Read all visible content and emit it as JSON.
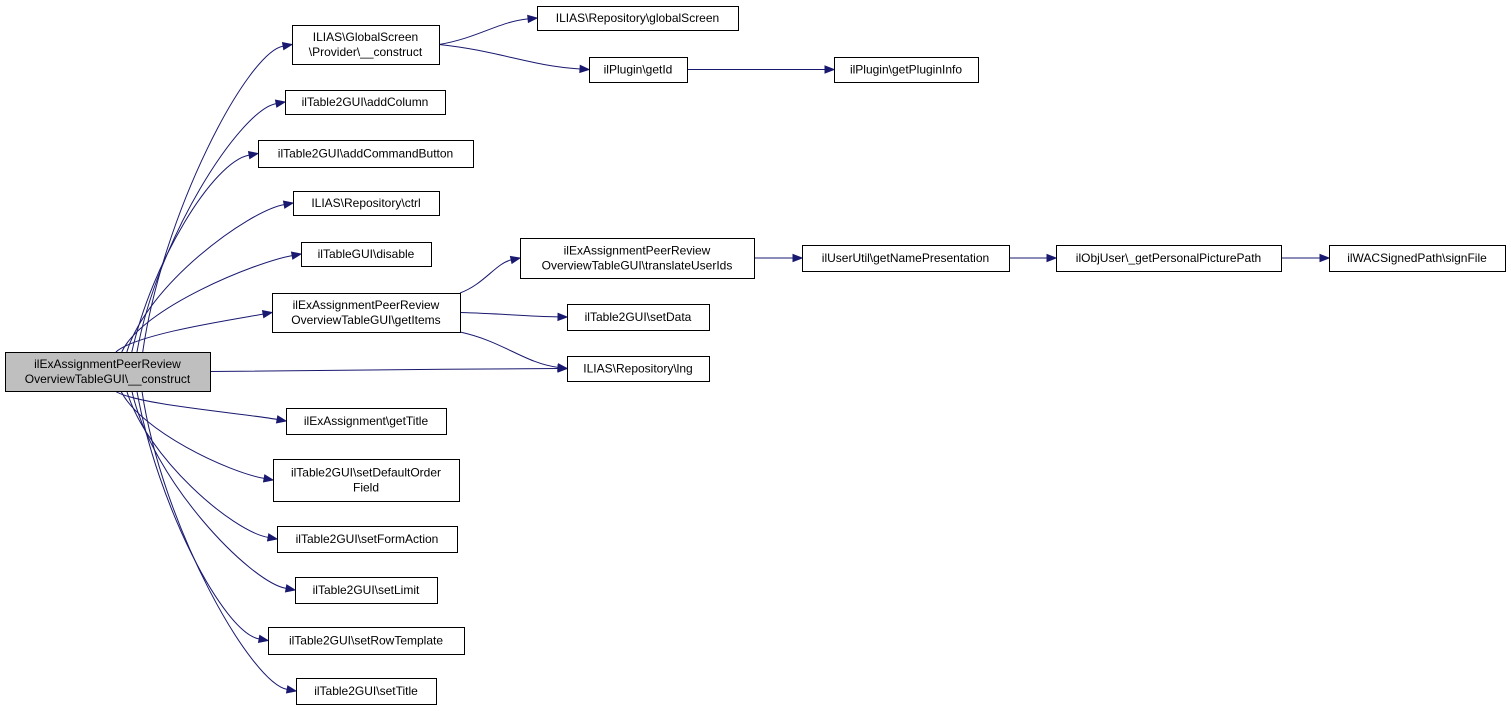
{
  "graph": {
    "edge_color": "#191970",
    "root_fill": "#bfbfbf",
    "nodes": [
      {
        "id": "root",
        "lines": [
          "ilExAssignmentPeerReview",
          "OverviewTableGUI\\__construct"
        ]
      },
      {
        "id": "gs_provider",
        "lines": [
          "ILIAS\\GlobalScreen",
          "\\Provider\\__construct"
        ]
      },
      {
        "id": "add_column",
        "lines": [
          "ilTable2GUI\\addColumn"
        ]
      },
      {
        "id": "add_command_button",
        "lines": [
          "ilTable2GUI\\addCommandButton"
        ]
      },
      {
        "id": "repo_ctrl",
        "lines": [
          "ILIAS\\Repository\\ctrl"
        ]
      },
      {
        "id": "disable",
        "lines": [
          "ilTableGUI\\disable"
        ]
      },
      {
        "id": "get_items",
        "lines": [
          "ilExAssignmentPeerReview",
          "OverviewTableGUI\\getItems"
        ]
      },
      {
        "id": "get_title",
        "lines": [
          "ilExAssignment\\getTitle"
        ]
      },
      {
        "id": "set_default_order",
        "lines": [
          "ilTable2GUI\\setDefaultOrder",
          "Field"
        ]
      },
      {
        "id": "set_form_action",
        "lines": [
          "ilTable2GUI\\setFormAction"
        ]
      },
      {
        "id": "set_limit",
        "lines": [
          "ilTable2GUI\\setLimit"
        ]
      },
      {
        "id": "set_row_template",
        "lines": [
          "ilTable2GUI\\setRowTemplate"
        ]
      },
      {
        "id": "set_title",
        "lines": [
          "ilTable2GUI\\setTitle"
        ]
      },
      {
        "id": "repo_global_screen",
        "lines": [
          "ILIAS\\Repository\\globalScreen"
        ]
      },
      {
        "id": "plugin_get_id",
        "lines": [
          "ilPlugin\\getId"
        ]
      },
      {
        "id": "plugin_get_info",
        "lines": [
          "ilPlugin\\getPluginInfo"
        ]
      },
      {
        "id": "translate_user_ids",
        "lines": [
          "ilExAssignmentPeerReview",
          "OverviewTableGUI\\translateUserIds"
        ]
      },
      {
        "id": "set_data",
        "lines": [
          "ilTable2GUI\\setData"
        ]
      },
      {
        "id": "repo_lng",
        "lines": [
          "ILIAS\\Repository\\lng"
        ]
      },
      {
        "id": "get_name_presentation",
        "lines": [
          "ilUserUtil\\getNamePresentation"
        ]
      },
      {
        "id": "personal_picture",
        "lines": [
          "ilObjUser\\_getPersonalPicturePath"
        ]
      },
      {
        "id": "sign_file",
        "lines": [
          "ilWACSignedPath\\signFile"
        ]
      }
    ],
    "edges": [
      {
        "from": "root",
        "to": "gs_provider"
      },
      {
        "from": "root",
        "to": "add_column"
      },
      {
        "from": "root",
        "to": "add_command_button"
      },
      {
        "from": "root",
        "to": "repo_ctrl"
      },
      {
        "from": "root",
        "to": "disable"
      },
      {
        "from": "root",
        "to": "get_items"
      },
      {
        "from": "root",
        "to": "repo_lng"
      },
      {
        "from": "root",
        "to": "get_title"
      },
      {
        "from": "root",
        "to": "set_default_order"
      },
      {
        "from": "root",
        "to": "set_form_action"
      },
      {
        "from": "root",
        "to": "set_limit"
      },
      {
        "from": "root",
        "to": "set_row_template"
      },
      {
        "from": "root",
        "to": "set_title"
      },
      {
        "from": "gs_provider",
        "to": "repo_global_screen"
      },
      {
        "from": "gs_provider",
        "to": "plugin_get_id"
      },
      {
        "from": "plugin_get_id",
        "to": "plugin_get_info"
      },
      {
        "from": "get_items",
        "to": "translate_user_ids"
      },
      {
        "from": "get_items",
        "to": "set_data"
      },
      {
        "from": "get_items",
        "to": "repo_lng"
      },
      {
        "from": "translate_user_ids",
        "to": "get_name_presentation"
      },
      {
        "from": "get_name_presentation",
        "to": "personal_picture"
      },
      {
        "from": "personal_picture",
        "to": "sign_file"
      }
    ]
  }
}
